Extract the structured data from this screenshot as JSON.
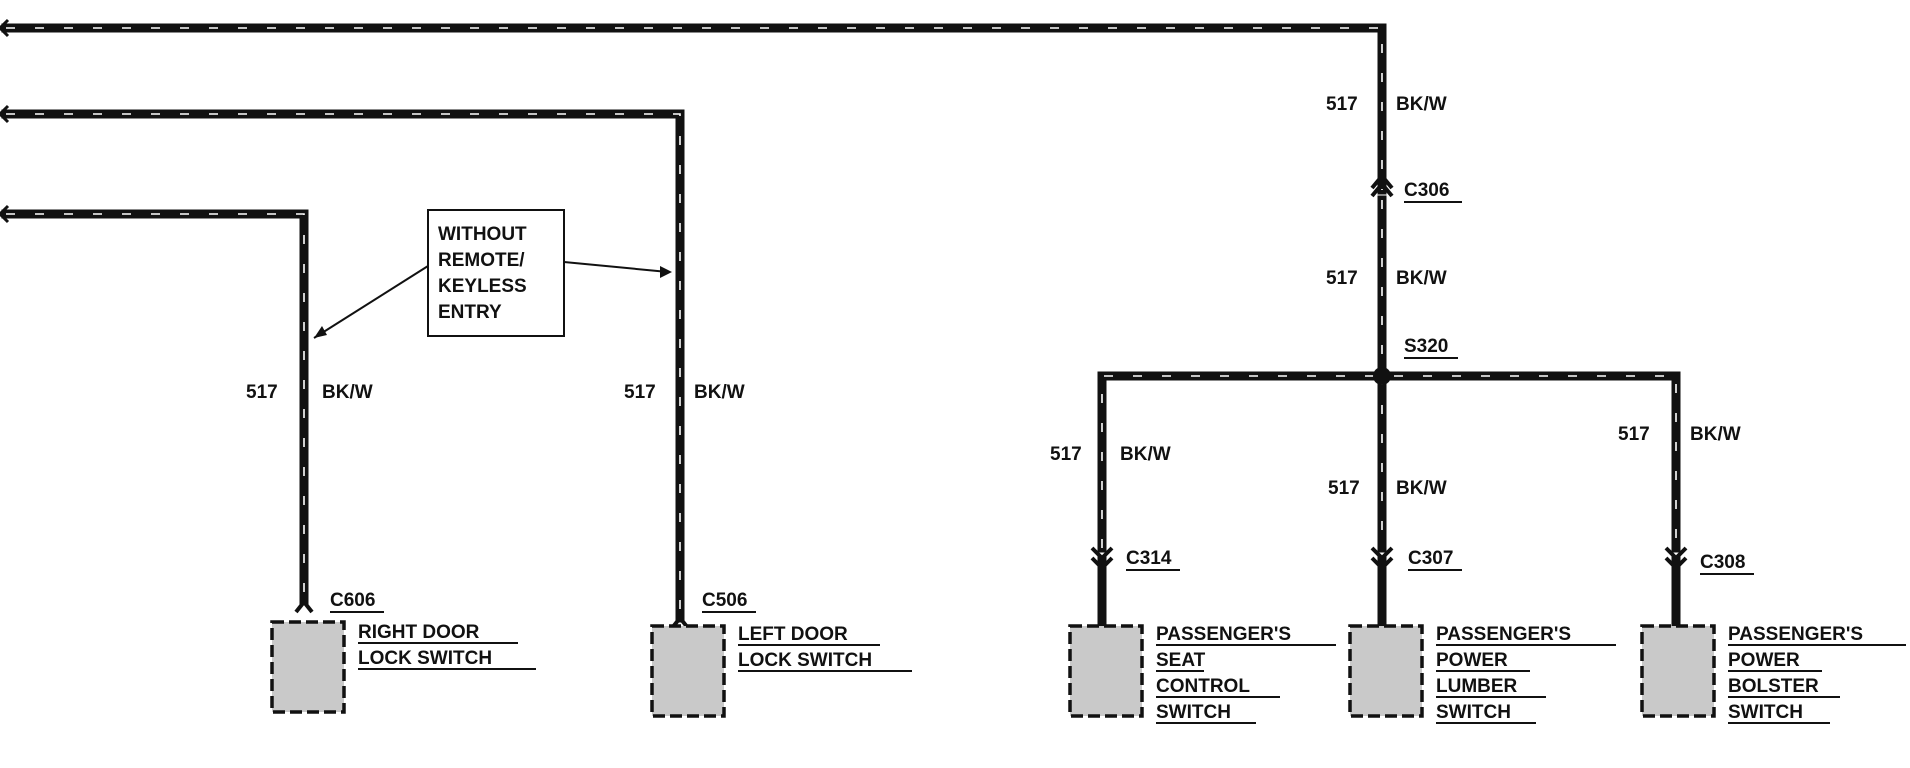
{
  "wire": {
    "circuit": "517",
    "color": "BK/W"
  },
  "note": {
    "lines": [
      "WITHOUT",
      "REMOTE/",
      "KEYLESS",
      "ENTRY"
    ]
  },
  "connectors": {
    "c606": "C606",
    "c506": "C506",
    "c306": "C306",
    "s320": "S320",
    "c314": "C314",
    "c307": "C307",
    "c308": "C308"
  },
  "components": {
    "right_door": [
      "RIGHT DOOR",
      "LOCK SWITCH"
    ],
    "left_door": [
      "LEFT DOOR",
      "LOCK SWITCH"
    ],
    "seat_control": [
      "PASSENGER'S",
      "SEAT",
      "CONTROL",
      "SWITCH"
    ],
    "power_lumber": [
      "PASSENGER'S",
      "POWER",
      "LUMBER",
      "SWITCH"
    ],
    "power_bolster": [
      "PASSENGER'S",
      "POWER",
      "BOLSTER",
      "SWITCH"
    ]
  }
}
